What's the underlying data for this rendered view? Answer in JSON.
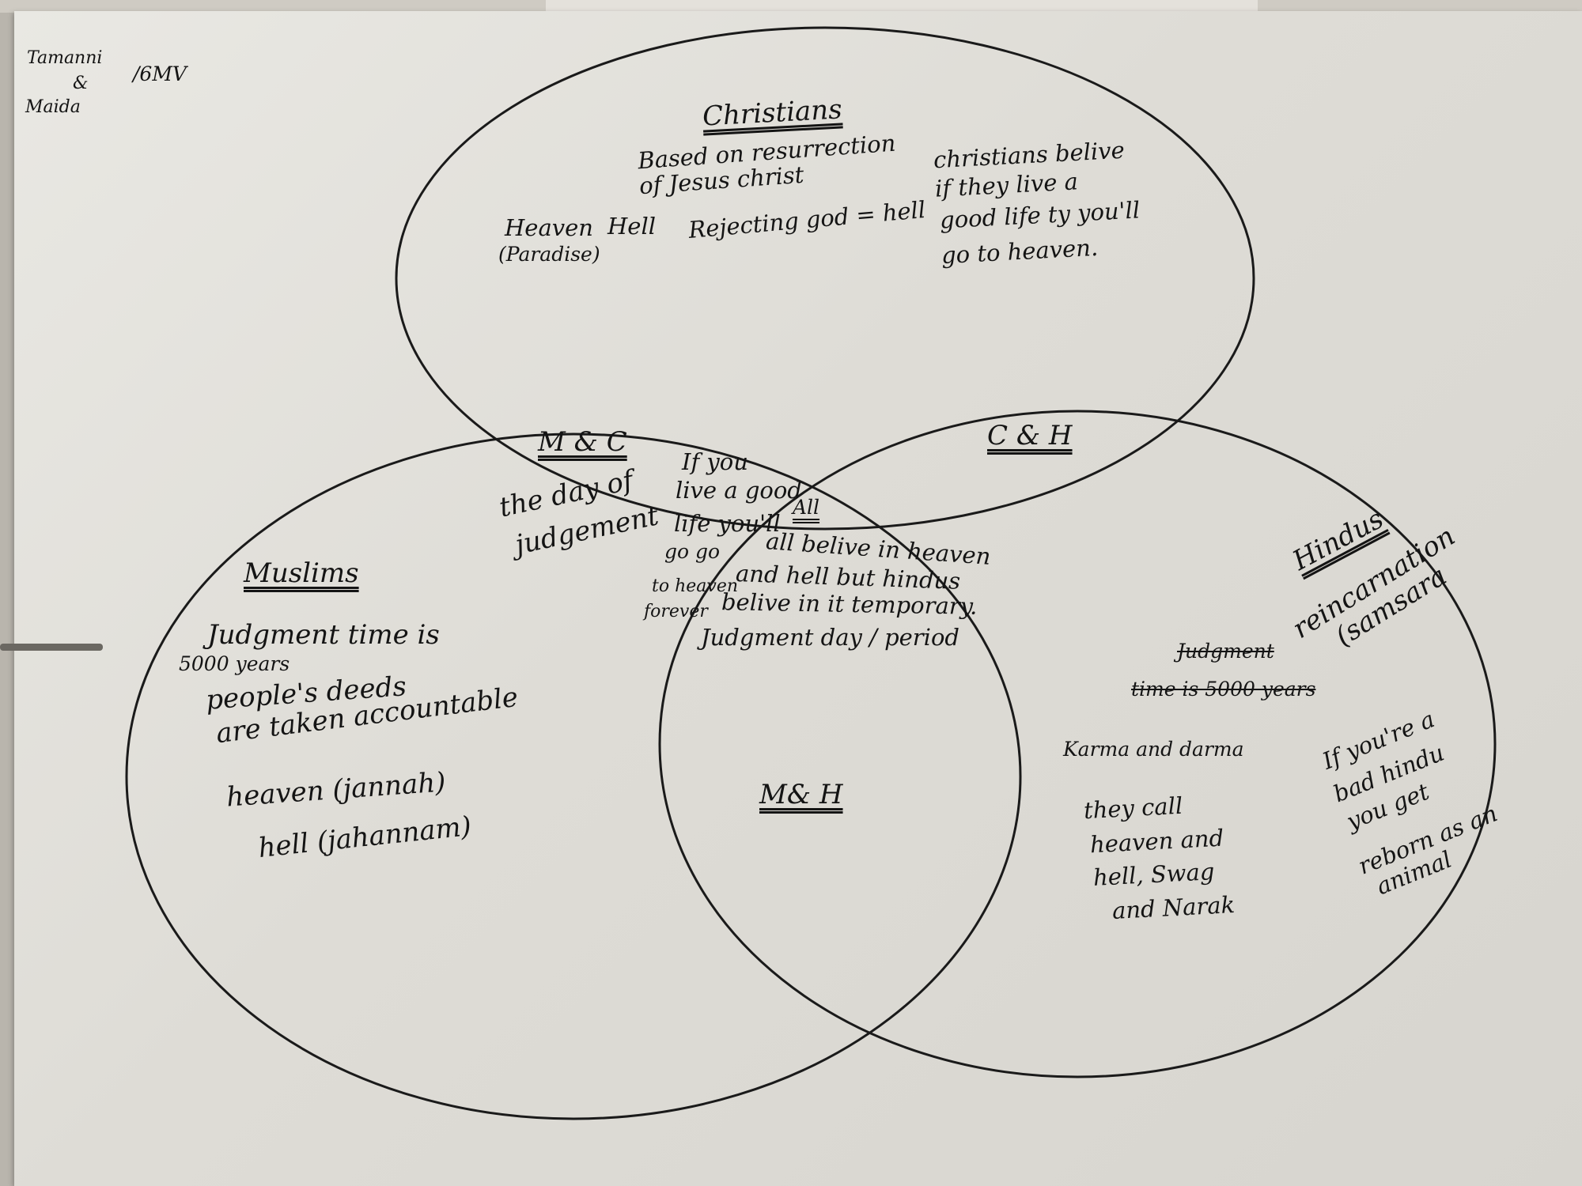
{
  "authors": {
    "line1": "Tamanni",
    "line2": "&",
    "line3": "Maida",
    "class_code": "/6MV"
  },
  "circles": {
    "christians": {
      "heading": "Christians",
      "notes": [
        "Based on resurrection",
        "of Jesus christ",
        "Heaven",
        "(Paradise)",
        "Hell",
        "Rejecting god = hell",
        "christians belive",
        "if they live a",
        "good life ty you'll",
        "go to heaven."
      ]
    },
    "muslims": {
      "heading": "Muslims",
      "notes": [
        "Judgment time is",
        "5000 years",
        "people's deeds",
        "are taken accountable",
        "heaven (jannah)",
        "hell (jahannam)"
      ]
    },
    "hindus": {
      "heading": "Hindus",
      "notes": [
        "reincarnation",
        "(samsara",
        "Judgment",
        "time is 5000 years",
        "Karma and darma",
        "they call",
        "heaven and",
        "hell, Swag",
        "and Narak",
        "If you're a",
        "bad hindu",
        "you get",
        "reborn as an",
        "animal"
      ]
    }
  },
  "overlaps": {
    "mc": {
      "heading": "M & C",
      "notes": [
        "the day of",
        "judgement",
        "If you",
        "live a good",
        "life you'll",
        "go go",
        "to heaven",
        "forever"
      ]
    },
    "ch": {
      "heading": "C & H"
    },
    "mh": {
      "heading": "M& H"
    },
    "all": {
      "heading": "All",
      "notes": [
        "all belive in heaven",
        "and hell but hindus",
        "belive in it temporary.",
        "Judgment day / period"
      ]
    }
  },
  "colors": {
    "ink": "#141414",
    "paper": "#e4e3de"
  }
}
